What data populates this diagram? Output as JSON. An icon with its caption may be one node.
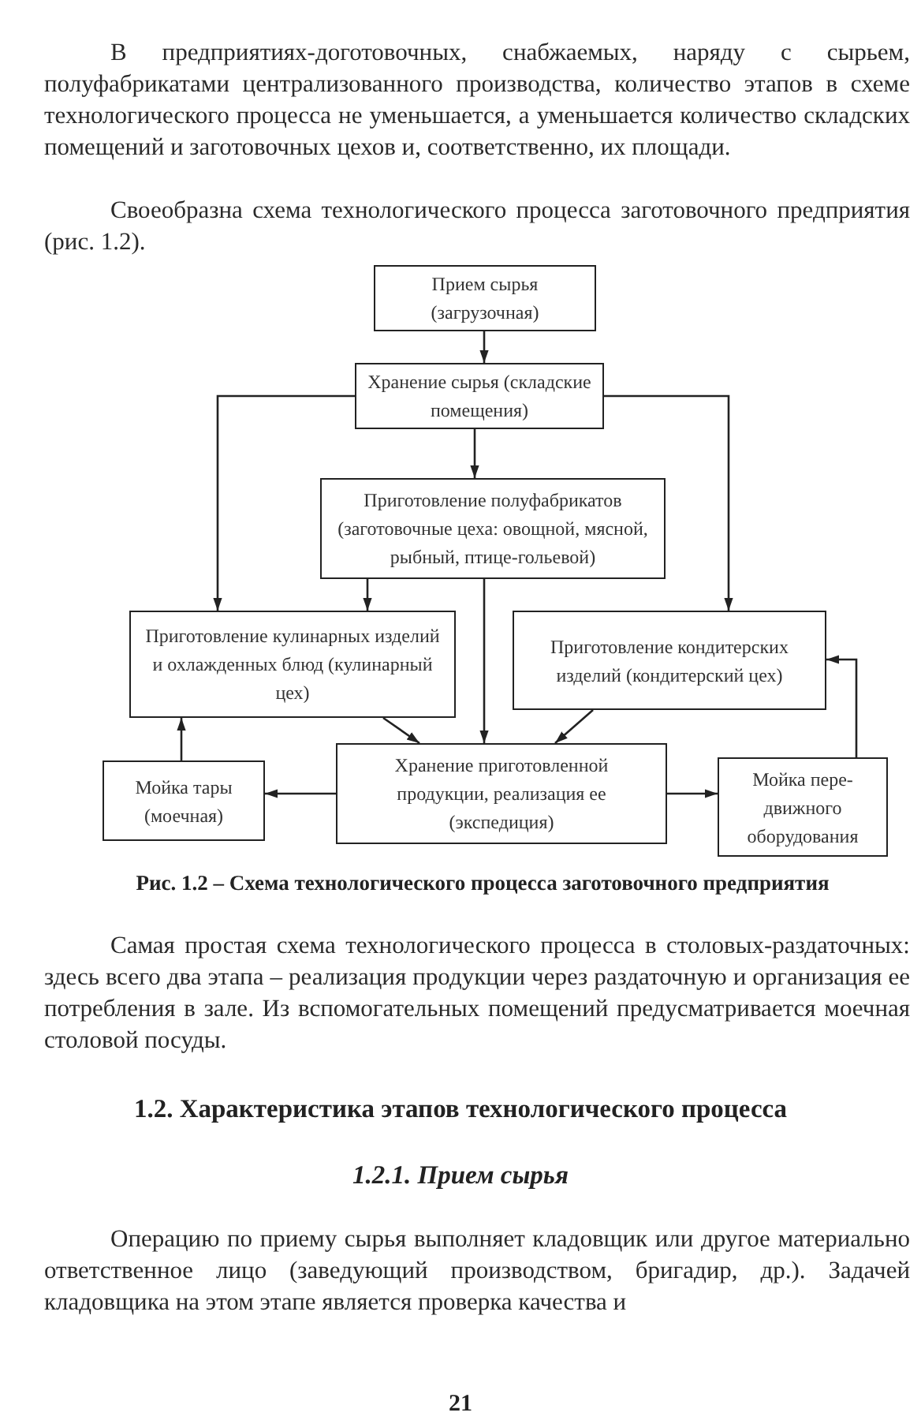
{
  "diagram": {
    "caption": "Рис. 1.2 – Схема технологического процесса заготовочного предприятия",
    "nodes": [
      {
        "text": [
          "Прием сырья (загрузочная)"
        ]
      },
      {
        "text": [
          "Хранение сырья (складские помещения)"
        ]
      },
      {
        "text": [
          "Приготовление полуфабрикатов (заготовочные цеха: овощной, мясной, рыбный, птице-гольевой)"
        ]
      },
      {
        "text": [
          "Приготовление кулинарных изделий и охлажденных блюд (кулинарный цех)"
        ]
      },
      {
        "text": [
          "Приготовление кондитерских изделий (кондитерский цех)"
        ]
      },
      {
        "text": [
          "Мойка тары (моечная)"
        ]
      },
      {
        "text": [
          "Хранение приготовленной продукции, реализация ее (экспедиция)"
        ]
      },
      {
        "text": [
          "Мойка пере-движного оборудования"
        ]
      }
    ],
    "edges": [
      {
        "from": 0,
        "to": 1,
        "arrow": "to"
      },
      {
        "from": 1,
        "to": 2,
        "arrow": "to"
      },
      {
        "from": 1,
        "to": 3,
        "arrow": "to"
      },
      {
        "from": 1,
        "to": 4,
        "arrow": "to"
      },
      {
        "from": 2,
        "to": 3,
        "arrow": "to"
      },
      {
        "from": 2,
        "to": 6,
        "arrow": "to"
      },
      {
        "from": 3,
        "to": 6,
        "arrow": "to"
      },
      {
        "from": 4,
        "to": 6,
        "arrow": "to"
      },
      {
        "from": 6,
        "to": 5,
        "arrow": "to"
      },
      {
        "from": 6,
        "to": 7,
        "arrow": "to"
      },
      {
        "from": 5,
        "to": 3,
        "arrow": "to"
      },
      {
        "from": 7,
        "to": 4,
        "arrow": "to"
      }
    ],
    "labels": [
      "В предприятиях-доготовочных, снабжаемых, наряду с сырьем, полуфабрикатами централизованного производства, количество этапов в схеме технологического процесса не уменьшается, а уменьшается количество складских помещений и заготовочных цехов и, соответственно, их площади.",
      "Своеобразна схема технологического процесса заготовочного предприятия (рис. 1.2).",
      "Самая простая схема технологического процесса в столовых-раздаточных: здесь всего два этапа – реализация продукции через раздаточную и организация ее потребления в зале. Из вспомогательных помещений предусматривается моечная столовой посуды.",
      "1.2. Характеристика этапов технологического процесса",
      "1.2.1. Прием сырья",
      "Операцию по приему сырья выполняет кладовщик или другое материально ответственное лицо (заведующий производством, бригадир, др.). Задачей кладовщика на этом этапе является проверка качества и",
      "21"
    ]
  }
}
